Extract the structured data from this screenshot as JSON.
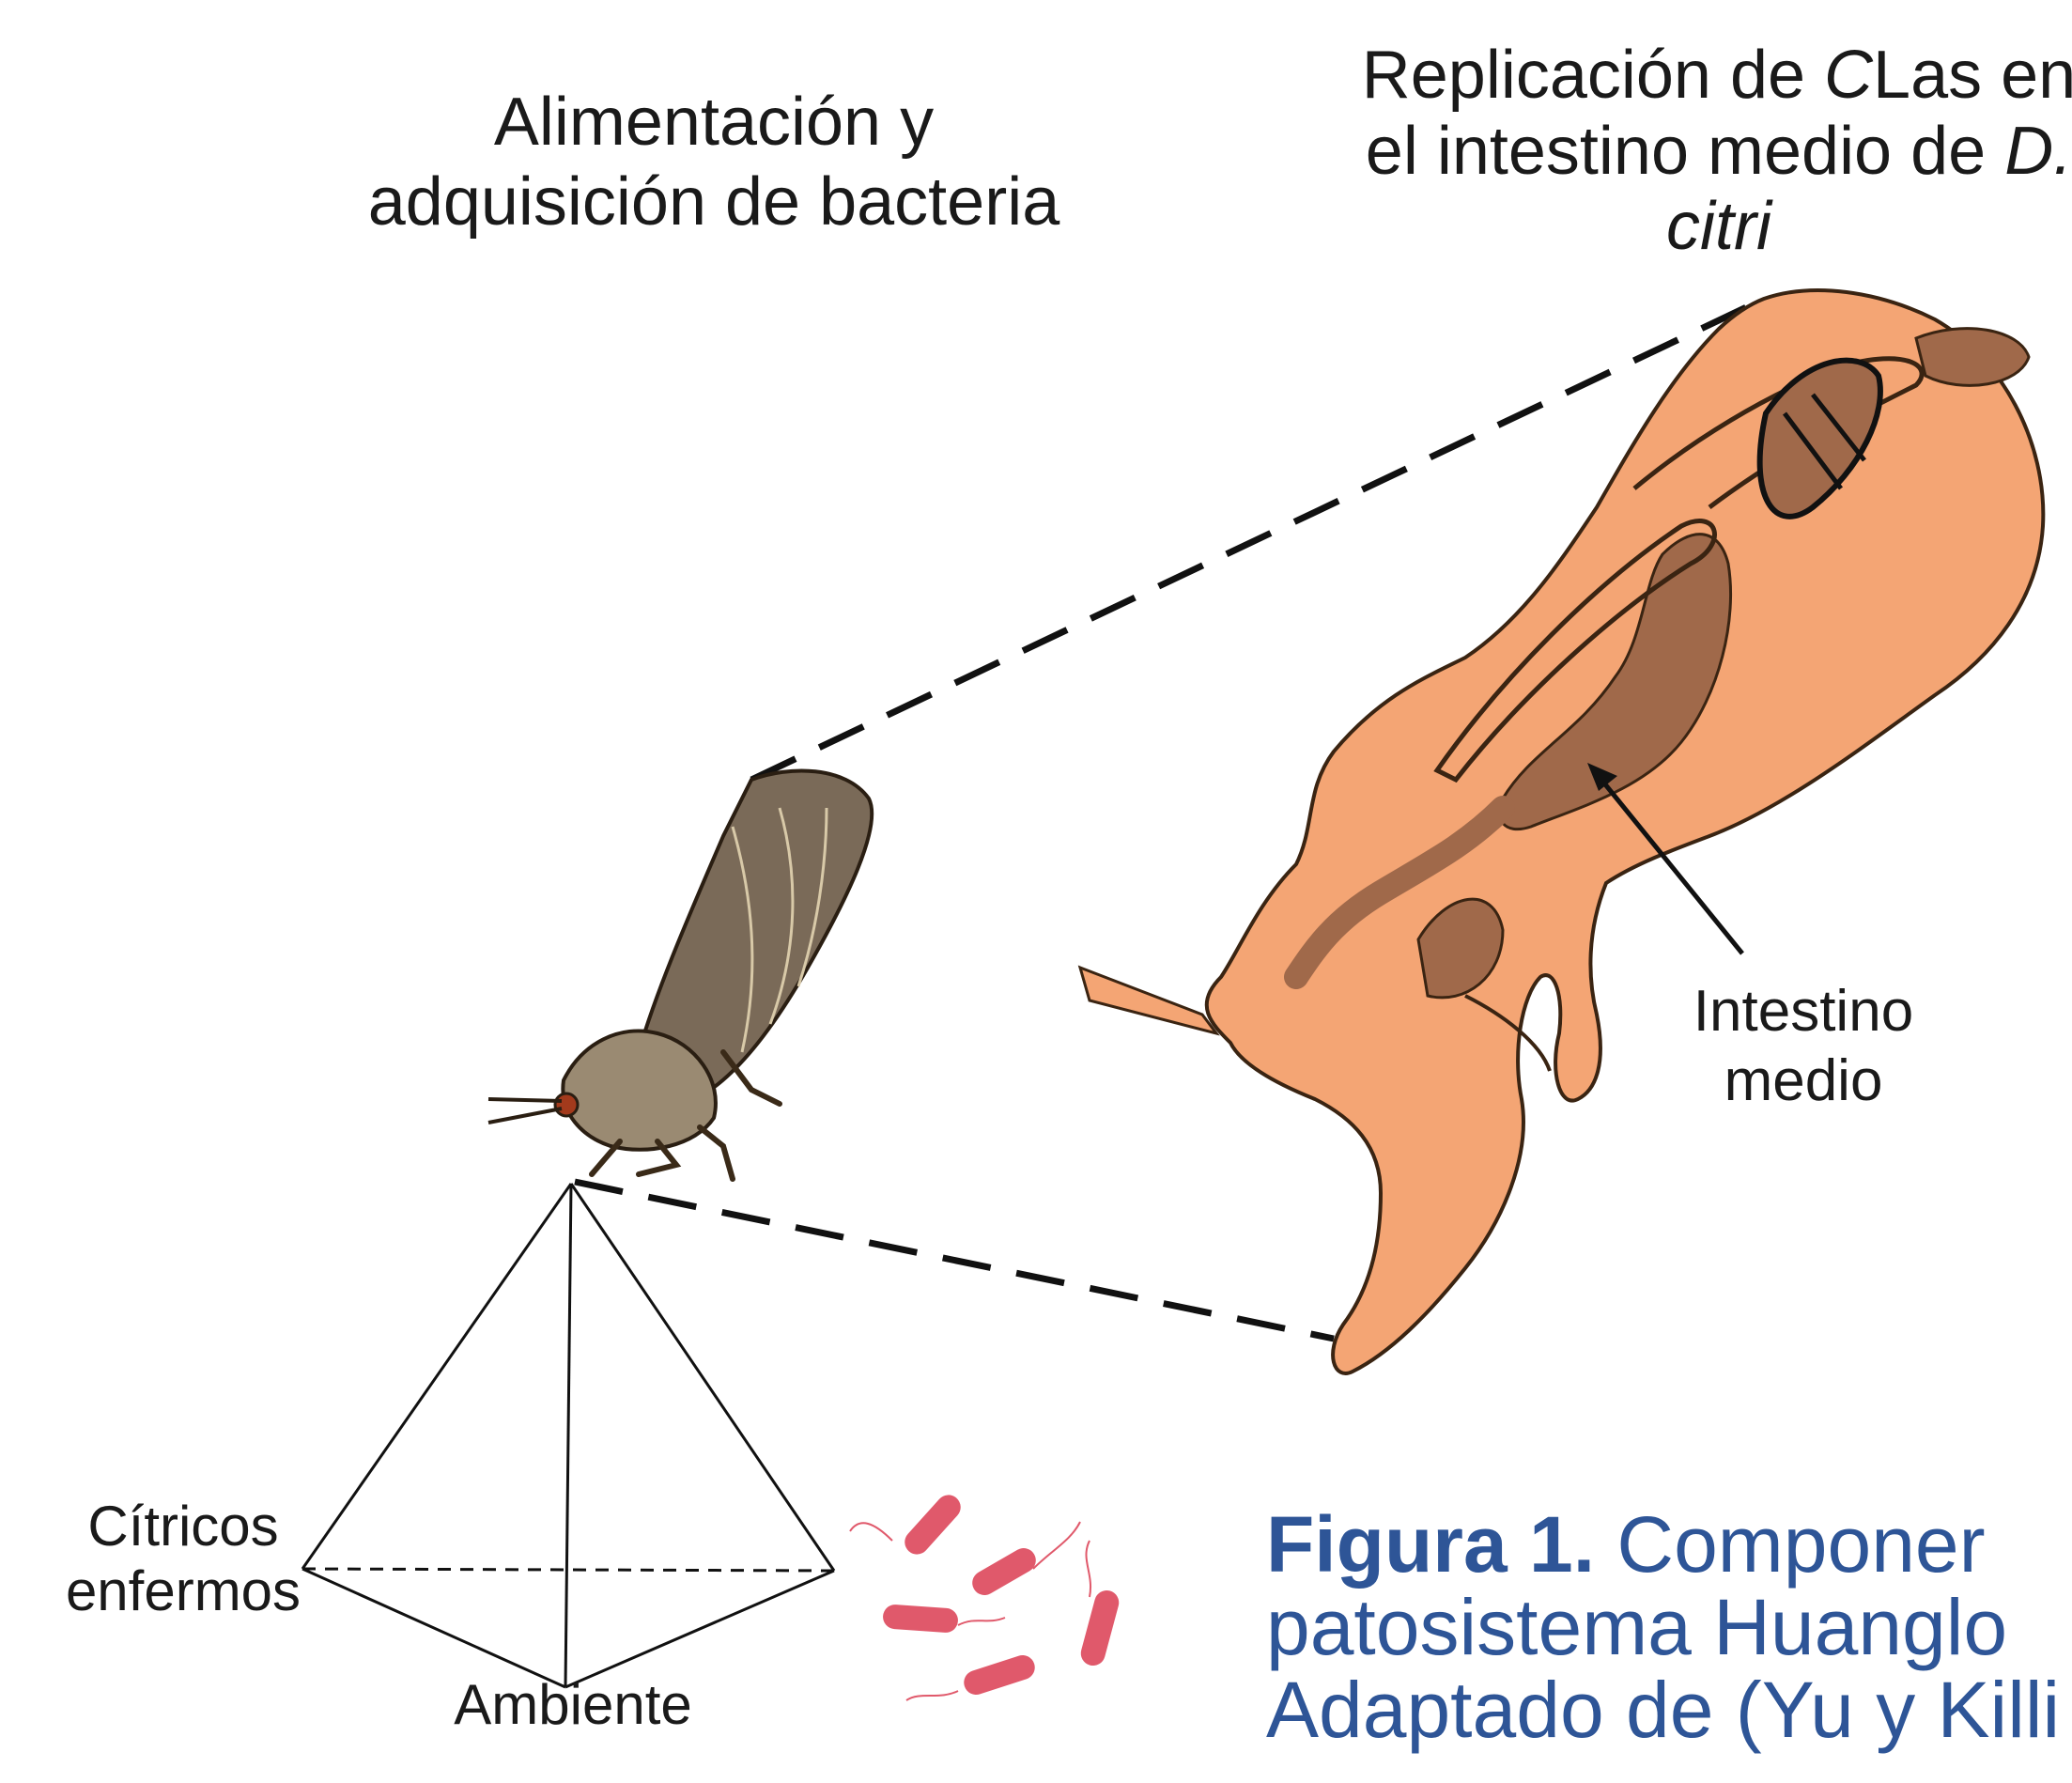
{
  "labels": {
    "feeding_line1": "Alimentación y",
    "feeding_line2": "adquisición de bacteria",
    "replication_line1_a": "Replicación de ",
    "replication_line1_b": "C",
    "replication_line1_c": "Las en",
    "replication_line2_a": "el intestino medio de ",
    "replication_line2_b": "D.",
    "replication_line3": "citri",
    "midgut_line1": "Intestino",
    "midgut_line2": "medio",
    "citrus_line1": "Cítricos",
    "citrus_line2": "enfermos",
    "environment": "Ambiente"
  },
  "caption": {
    "number": "Figura 1.",
    "line1_rest": " Componer",
    "line2": "patosistema Huanglo",
    "line3": "Adaptado de (Yu y Killi"
  },
  "colors": {
    "insect_body": "#f4a574",
    "insect_outline": "#3a2412",
    "midgut_fill": "#a0694a",
    "psyllid_wing": "#7a6a58",
    "bacteria": "#e0596b",
    "caption_text": "#2e5597"
  }
}
